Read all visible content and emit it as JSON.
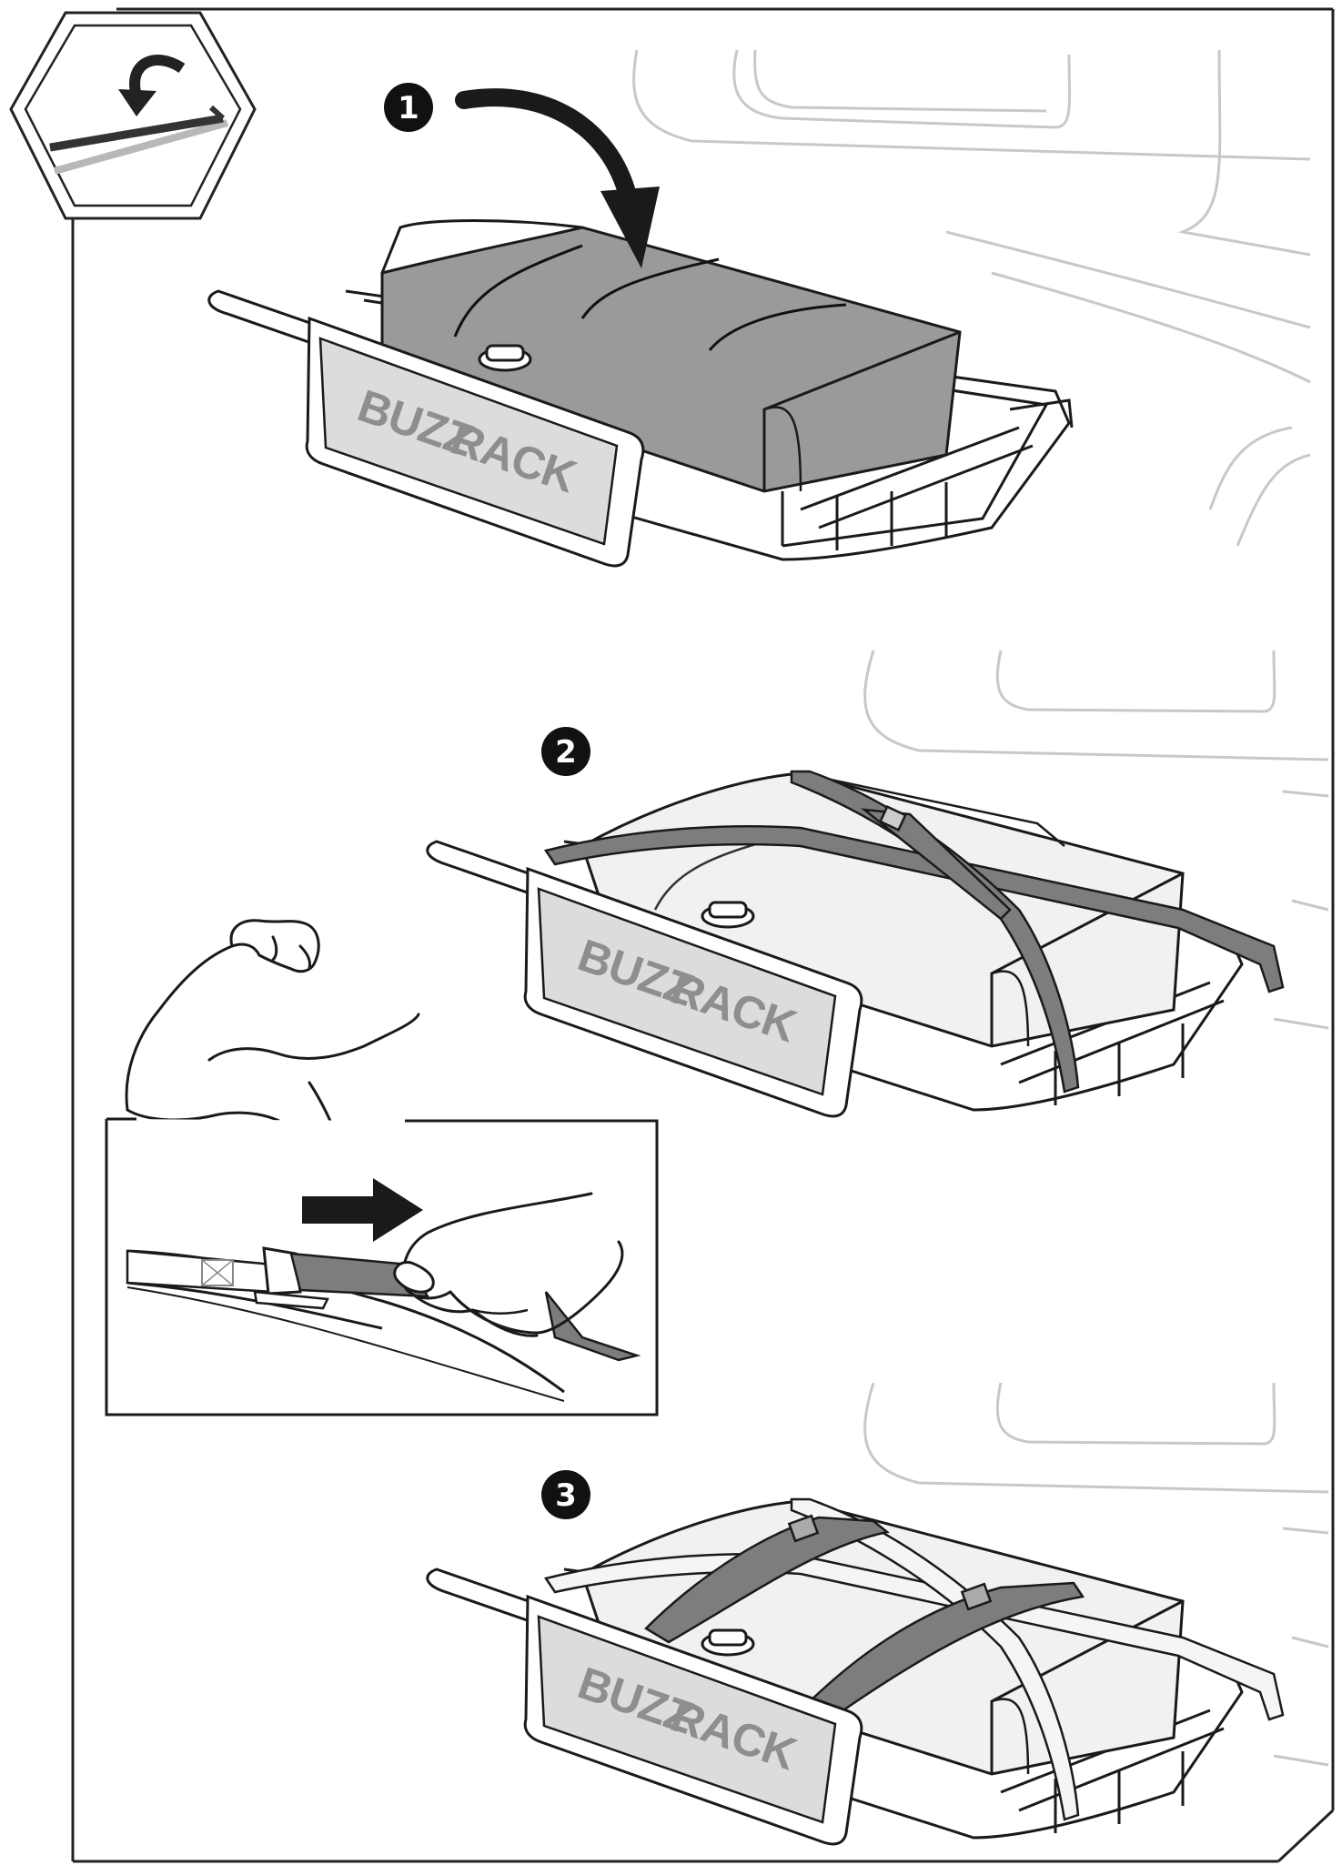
{
  "steps": [
    {
      "number": "1",
      "brand_line1": "BUZZ",
      "brand_line2": "RACK"
    },
    {
      "number": "2",
      "brand_line1": "BUZZ",
      "brand_line2": "RACK"
    },
    {
      "number": "3",
      "brand_line1": "BUZZ",
      "brand_line2": "RACK"
    }
  ],
  "icons": {
    "corner_badge": "hexagon-rotate-arrow-icon",
    "step_arrow": "curved-down-arrow-icon",
    "strap_pull": "right-arrow-icon",
    "muscle": "flexed-arm-icon"
  },
  "colors": {
    "line": "#1a1a1a",
    "car_outline": "#c8c8c8",
    "bag_dark": "#9a9a9a",
    "bag_light": "#f1f1f1",
    "plate_fill": "#dcdcdc",
    "brand_text": "#8e8e8e",
    "strap": "#7d7d7d"
  }
}
